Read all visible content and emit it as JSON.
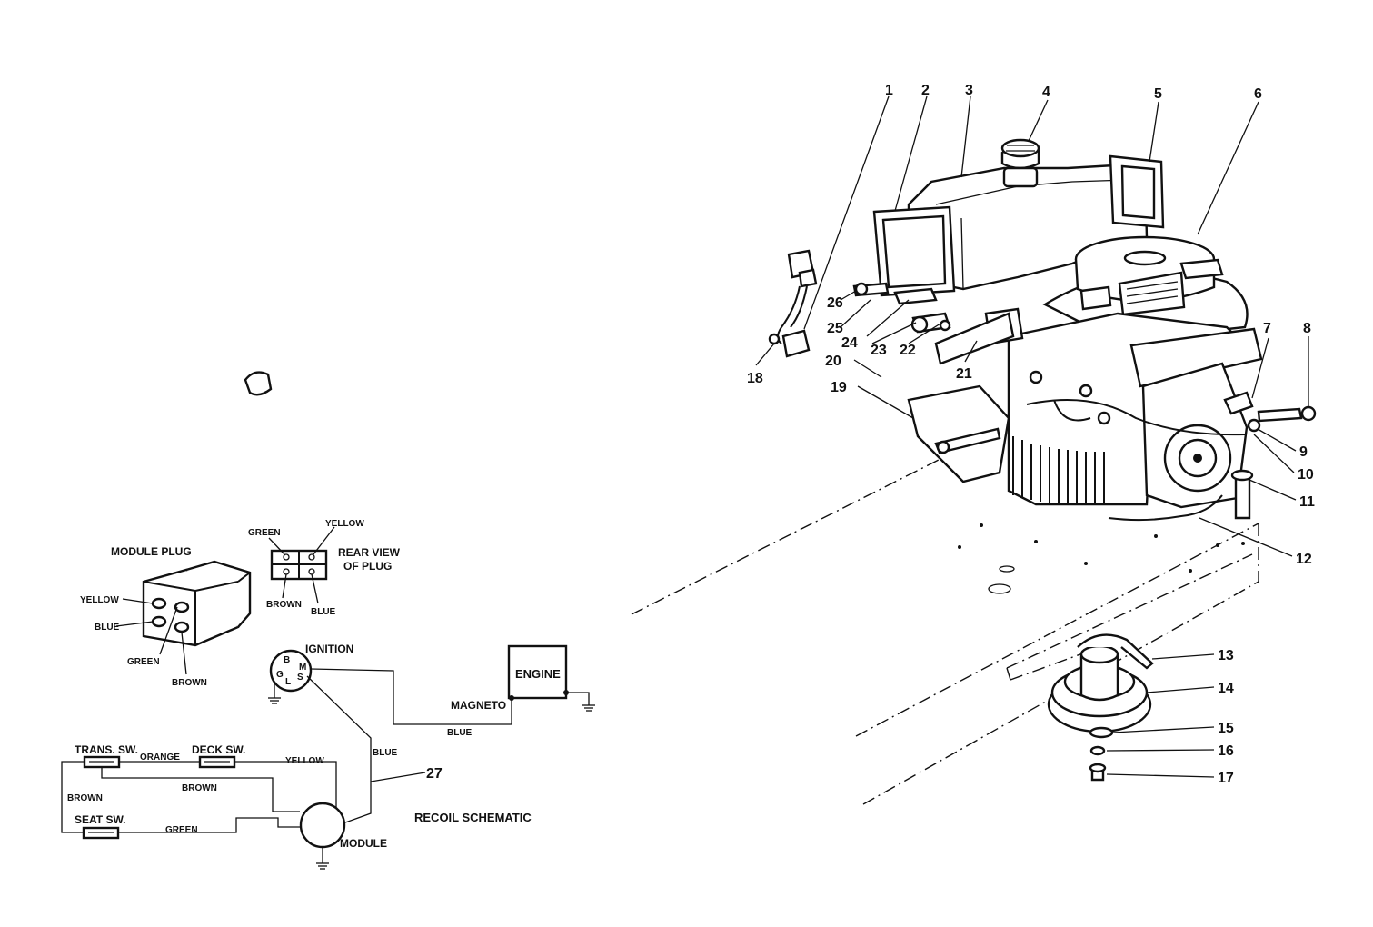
{
  "callouts": [
    "1",
    "2",
    "3",
    "4",
    "5",
    "6",
    "7",
    "8",
    "9",
    "10",
    "11",
    "12",
    "13",
    "14",
    "15",
    "16",
    "17",
    "18",
    "19",
    "20",
    "21",
    "22",
    "23",
    "24",
    "25",
    "26",
    "27"
  ],
  "module_plug": {
    "title": "MODULE  PLUG",
    "wire_yellow": "YELLOW",
    "wire_blue": "BLUE",
    "wire_green": "GREEN",
    "wire_brown": "BROWN"
  },
  "rear_view": {
    "title_line1": "REAR VIEW",
    "title_line2": "OF PLUG",
    "wire_green": "GREEN",
    "wire_yellow": "YELLOW",
    "wire_brown": "BROWN",
    "wire_blue": "BLUE"
  },
  "schematic": {
    "ignition": "IGNITION",
    "terminal_b": "B",
    "terminal_m": "M",
    "terminal_g": "G",
    "terminal_l": "L",
    "terminal_s": "S",
    "engine": "ENGINE",
    "magneto": "MAGNETO",
    "wire_blue_1": "BLUE",
    "wire_blue_2": "BLUE",
    "trans_sw": "TRANS. SW.",
    "deck_sw": "DECK SW.",
    "seat_sw": "SEAT SW.",
    "wire_orange": "ORANGE",
    "wire_yellow": "YELLOW",
    "wire_brown_1": "BROWN",
    "wire_brown_2": "BROWN",
    "wire_green": "GREEN",
    "module": "MODULE",
    "title": "RECOIL  SCHEMATIC"
  }
}
